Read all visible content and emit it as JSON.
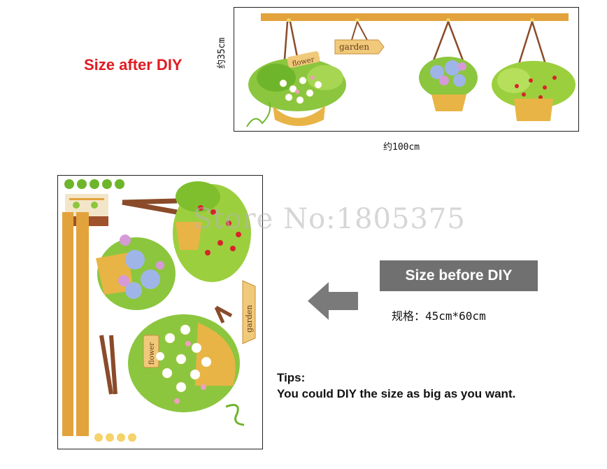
{
  "size_after_label": "Size after DIY",
  "height_label": "约35cm",
  "width_label": "约100cm",
  "watermark": "Store No:1805375",
  "size_before_label": "Size before DIY",
  "spec_label": "规格：45cm*60cm",
  "tips": {
    "title": "Tips:",
    "text": "You could DIY the size as big as you want."
  },
  "sign_labels": {
    "garden": "garden",
    "flower": "flower"
  },
  "colors": {
    "accent_red": "#e01b22",
    "badge_gray": "#707070",
    "rod_orange": "#e3a33c",
    "pot_gold": "#e8b445",
    "leaf_green": "#8cc63f",
    "rope_brown": "#8a4b2a"
  }
}
